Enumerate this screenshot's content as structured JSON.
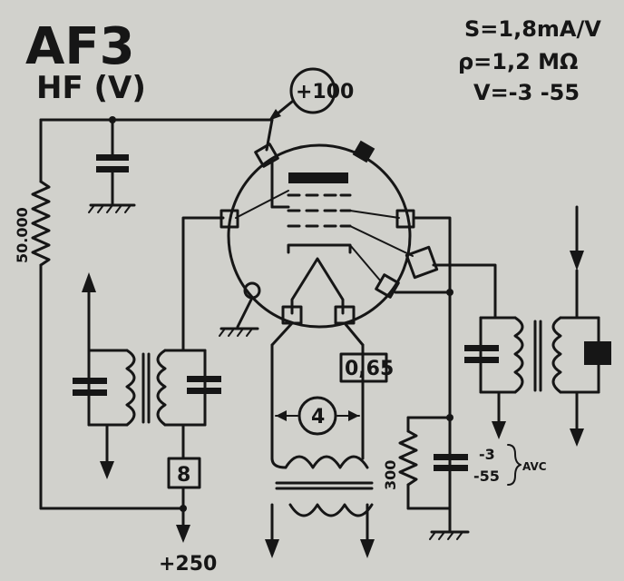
{
  "title": "AF3",
  "subtitle": "HF (V)",
  "params": [
    "S=1,8mA/V",
    "ρ=1,2 MΩ",
    "V=-3 -55"
  ],
  "labels": {
    "screen_voltage": "+100",
    "resistor_50000": "50.000",
    "heater_current": "0,65",
    "heater_voltage": "4",
    "pin_8": "8",
    "supply": "+250",
    "cathode_resistor": "300",
    "bias_top": "-3",
    "bias_bottom": "-55",
    "avc": "AVC"
  },
  "colors": {
    "ink": "#161616",
    "paper": "#d1d1cc"
  }
}
